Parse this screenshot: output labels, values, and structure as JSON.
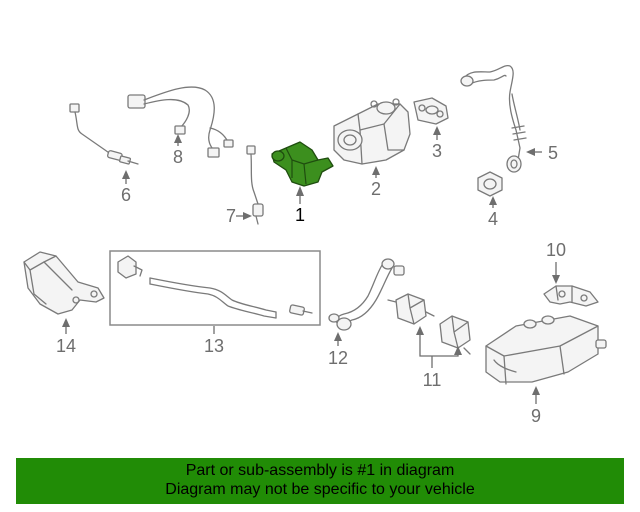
{
  "callouts": {
    "c1": "1",
    "c2": "2",
    "c3": "3",
    "c4": "4",
    "c5": "5",
    "c6": "6",
    "c7": "7",
    "c8": "8",
    "c9": "9",
    "c10": "10",
    "c11": "11",
    "c12": "12",
    "c13": "13",
    "c14": "14"
  },
  "highlight": {
    "part": "1",
    "color": "#3c8f1e"
  },
  "banner": {
    "background": "#218c06",
    "line1": "Part or sub-assembly is #1 in diagram",
    "line2": "Diagram may not be specific to your vehicle"
  }
}
